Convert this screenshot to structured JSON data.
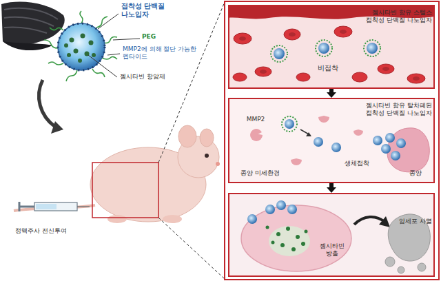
{
  "diagram": {
    "nodes": [
      {
        "text": [
          "젬시타빈 함유 스텔스 접착성 단백질 나노입자",
          "비접착"
        ]
      },
      {
        "text": [
          "젬시타빈 함유 탈차폐된 접착성 단백질 나노입자",
          "MMP2",
          "종양 미세환경",
          "생체접착",
          "종양"
        ]
      },
      {
        "text": [
          "젬시타빈 방출",
          "암세포 사멸"
        ]
      }
    ],
    "edges": [
      {
        "from": 0,
        "to": 1,
        "arrow": "to"
      },
      {
        "from": 1,
        "to": 2,
        "arrow": "to"
      }
    ],
    "labels": [
      "접착성 단백질 나노입자",
      "PEG",
      "MMP2에 의해 절단 가능한 펩타이드",
      "젬시타빈 항암제",
      "정맥주사 전신투여"
    ]
  }
}
